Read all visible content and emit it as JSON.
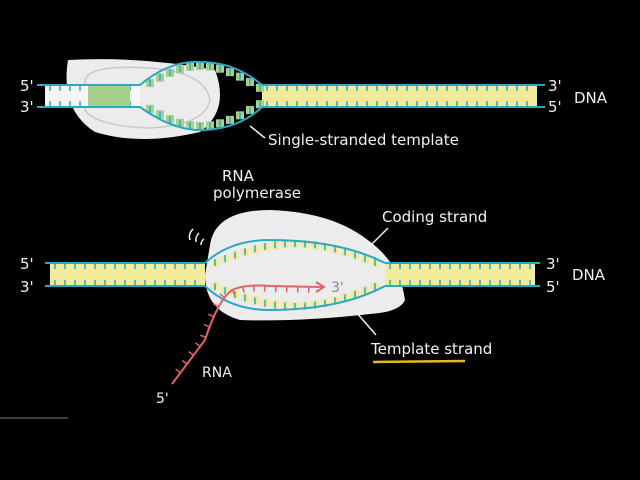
{
  "colors": {
    "strand": "#2aa8c4",
    "base": "#f3eb9c",
    "base_green": "#a8d08d",
    "polymerase": "#ececec",
    "rna": "#e0626a",
    "highlight": "#e8b820"
  },
  "top_diagram": {
    "left_top_end": "5'",
    "left_bottom_end": "3'",
    "right_top_end": "3'",
    "right_bottom_end": "5'",
    "dna_label": "DNA",
    "template_label": "Single-stranded template"
  },
  "bottom_diagram": {
    "polymerase_label_line1": "RNA",
    "polymerase_label_line2": "polymerase",
    "coding_label": "Coding strand",
    "template_label": "Template strand",
    "rna_label": "RNA",
    "rna_5_end": "5'",
    "rna_3_end": "3'",
    "left_top_end": "5'",
    "left_bottom_end": "3'",
    "right_top_end": "3'",
    "right_bottom_end": "5'",
    "dna_label": "DNA"
  }
}
